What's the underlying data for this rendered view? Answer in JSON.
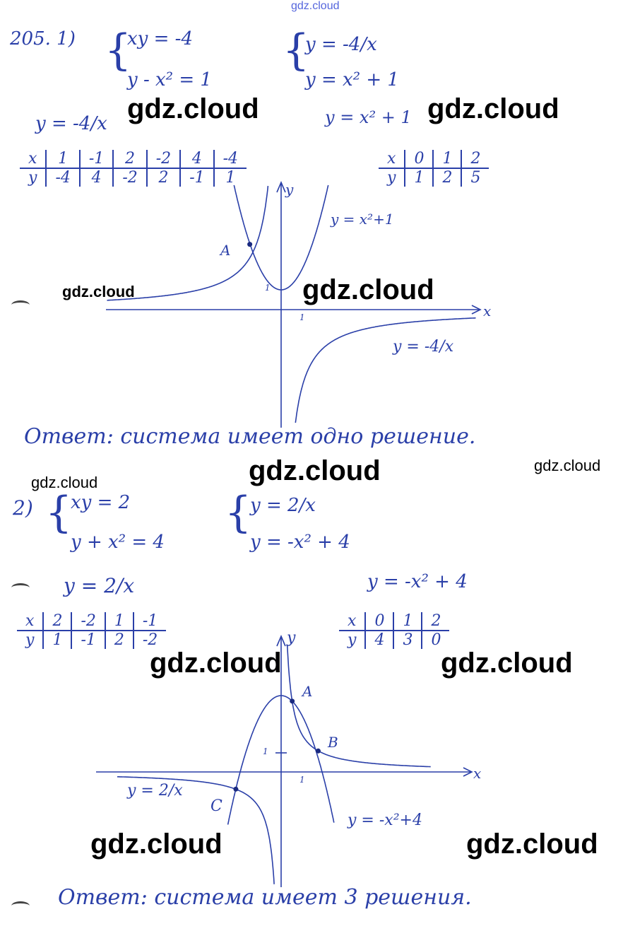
{
  "watermark": "gdz.cloud",
  "part1": {
    "number": "205. 1)",
    "system_a": [
      "xy = -4",
      "y - x² = 1"
    ],
    "system_b": [
      "y = -4/x",
      "y = x² + 1"
    ],
    "func1": "y = -4/x",
    "func2": "y = x² + 1",
    "table1": {
      "x": [
        "x",
        "1",
        "-1",
        "2",
        "-2",
        "4",
        "-4"
      ],
      "y": [
        "y",
        "-4",
        "4",
        "-2",
        "2",
        "-1",
        "1"
      ]
    },
    "table2": {
      "x": [
        "x",
        "0",
        "1",
        "2"
      ],
      "y": [
        "y",
        "1",
        "2",
        "5"
      ]
    },
    "graph": {
      "axis_x": "x",
      "axis_y": "y",
      "point_a": "A",
      "tick": "1",
      "label_parabola": "y = x²+1",
      "label_hyperbola": "y = -4/x"
    },
    "answer": "Ответ:  система  имеет  одно  решение."
  },
  "part2": {
    "number": "2)",
    "system_a": [
      "xy = 2",
      "y + x² = 4"
    ],
    "system_b": [
      "y = 2/x",
      "y = -x² + 4"
    ],
    "func1": "y = 2/x",
    "func2": "y = -x² + 4",
    "table1": {
      "x": [
        "x",
        "2",
        "-2",
        "1",
        "-1"
      ],
      "y": [
        "y",
        "1",
        "-1",
        "2",
        "-2"
      ]
    },
    "table2": {
      "x": [
        "x",
        "0",
        "1",
        "2"
      ],
      "y": [
        "y",
        "4",
        "3",
        "0"
      ]
    },
    "graph": {
      "axis_x": "x",
      "axis_y": "y",
      "point_a": "A",
      "point_b": "B",
      "point_c": "C",
      "tick": "1",
      "label_hyperbola": "y = 2/x",
      "label_parabola": "y = -x²+4"
    },
    "answer": "Ответ:  система  имеет  3  решения."
  }
}
